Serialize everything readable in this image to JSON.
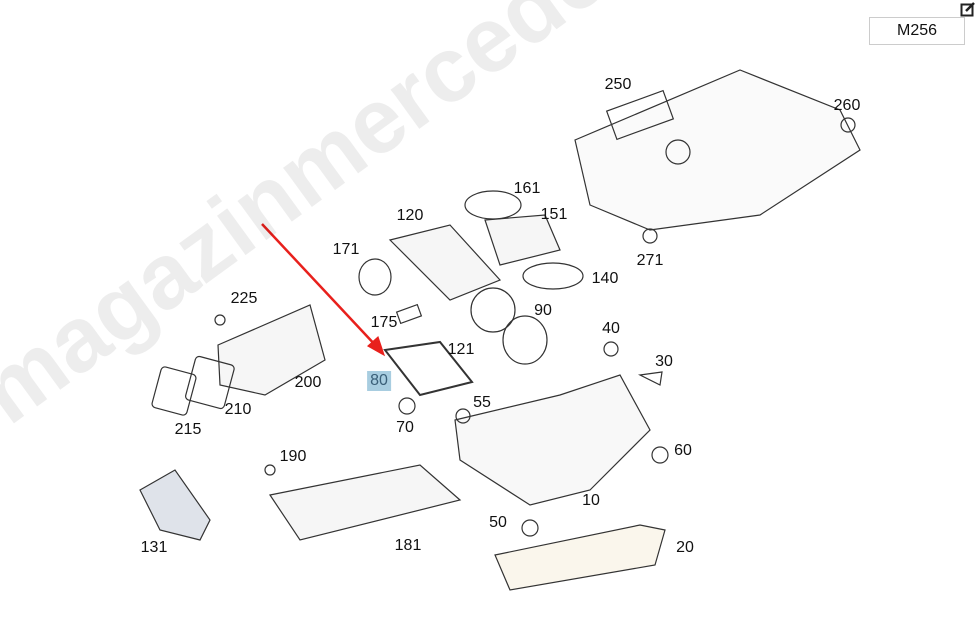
{
  "model_code": "M256",
  "watermark": "magazinmercedes.ru",
  "highlight_color": "#a8cde0",
  "arrow_color": "#e8201c",
  "highlighted_part": "80",
  "callouts": [
    "250",
    "260",
    "161",
    "151",
    "120",
    "171",
    "140",
    "271",
    "225",
    "175",
    "90",
    "121",
    "40",
    "30",
    "200",
    "80",
    "55",
    "215",
    "210",
    "70",
    "60",
    "190",
    "10",
    "50",
    "131",
    "181",
    "20"
  ]
}
